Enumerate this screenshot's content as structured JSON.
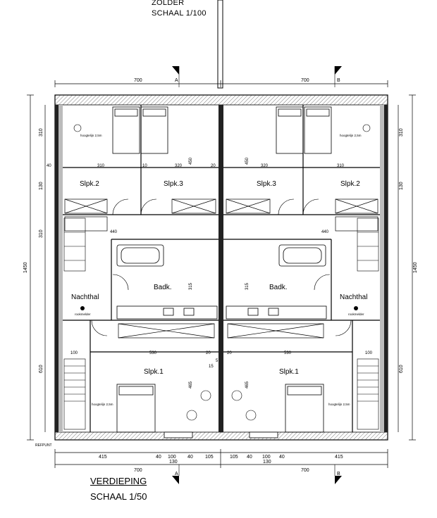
{
  "header": {
    "top_title": "ZOLDER",
    "top_scale": "SCHAAL 1/100"
  },
  "footer": {
    "title": "VERDIEPING",
    "scale": "SCHAAL 1/50"
  },
  "section_markers": {
    "a": "A",
    "b": "B"
  },
  "dimensions": {
    "top_left_width": "700",
    "top_right_width": "700",
    "bottom_left_width": "700",
    "bottom_right_width": "700",
    "left_total": "1450",
    "right_total": "1450",
    "left_310_top": "310",
    "left_130": "130",
    "left_310_mid": "310",
    "left_610": "610",
    "row_40_left": "40",
    "row_310_a": "310",
    "row_10_a": "10",
    "row_320": "320",
    "row_20": "20",
    "row_15": "15",
    "row_5": "5",
    "row_440": "440",
    "row_100": "100",
    "row_530": "530",
    "row_450": "450",
    "row_315": "315",
    "row_465": "465",
    "bottom_415": "415",
    "bottom_40": "40",
    "bottom_100": "100",
    "bottom_105": "105",
    "bottom_130": "130"
  },
  "rooms": {
    "slpk2_left": "Slpk.2",
    "slpk3_left": "Slpk.3",
    "slpk3_right": "Slpk.3",
    "slpk2_right": "Slpk.2",
    "badk_left": "Badk.",
    "badk_right": "Badk.",
    "nachthal_left": "Nachthal",
    "nachthal_right": "Nachthal",
    "slpk1_left": "Slpk.1",
    "slpk1_right": "Slpk.1"
  },
  "notes": {
    "hoogtelijn": "hoogtelijn 2,5m",
    "rookmelder": "rookmelder",
    "refpunt": "REFPUNT"
  },
  "colors": {
    "line": "#000000",
    "wall_fill": "#bdbdbd",
    "dark_wall": "#1a1a1a",
    "hatch": "#888888"
  }
}
